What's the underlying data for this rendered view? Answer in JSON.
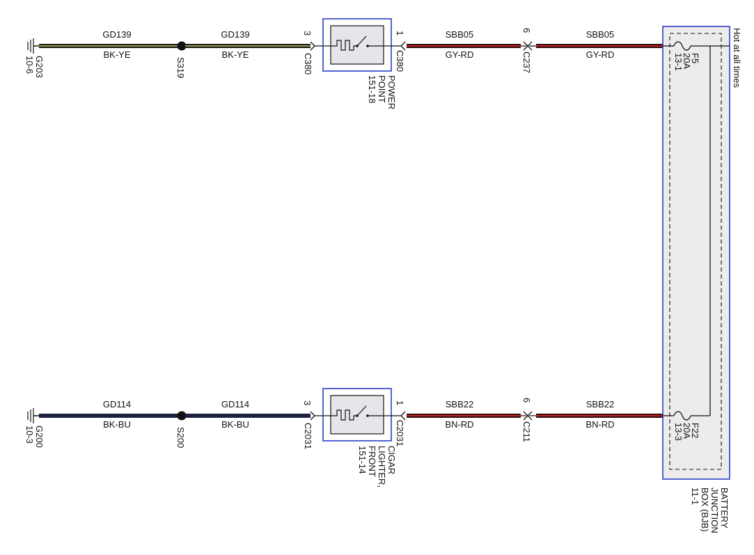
{
  "top": {
    "ground": {
      "id": "G203",
      "ref": "10-6"
    },
    "wire_gnd_left": {
      "circuit": "GD139",
      "color": "BK-YE"
    },
    "splice": "S319",
    "wire_gnd_right": {
      "circuit": "GD139",
      "color": "BK-YE"
    },
    "pin_left": "3",
    "conn_left": "C380",
    "pin_right": "1",
    "conn_right": "C380",
    "device_label": [
      "POWER",
      "POINT",
      "151-18"
    ],
    "wire_pwr_left": {
      "circuit": "SBB05",
      "color": "GY-RD"
    },
    "inline_pin": "6",
    "inline_conn": "C237",
    "wire_pwr_right": {
      "circuit": "SBB05",
      "color": "GY-RD"
    },
    "fuse": {
      "name": "F5",
      "rating": "20A",
      "ref": "13-1"
    }
  },
  "bottom": {
    "ground": {
      "id": "G200",
      "ref": "10-3"
    },
    "wire_gnd_left": {
      "circuit": "GD114",
      "color": "BK-BU"
    },
    "splice": "S200",
    "wire_gnd_right": {
      "circuit": "GD114",
      "color": "BK-BU"
    },
    "pin_left": "3",
    "conn_left": "C2031",
    "pin_right": "1",
    "conn_right": "C2031",
    "device_label": [
      "CIGAR",
      "LIGHTER,",
      "FRONT",
      "151-14"
    ],
    "wire_pwr_left": {
      "circuit": "SBB22",
      "color": "BN-RD"
    },
    "inline_pin": "6",
    "inline_conn": "C211",
    "wire_pwr_right": {
      "circuit": "SBB22",
      "color": "BN-RD"
    },
    "fuse": {
      "name": "F22",
      "rating": "20A",
      "ref": "13-3"
    }
  },
  "bjb": {
    "hot_label": "Hot at all times",
    "label": [
      "BATTERY",
      "JUNCTION",
      "BOX (BJB)",
      "11-1"
    ]
  },
  "colors": {
    "wire_bk_ye_outer": "#1a1a1a",
    "wire_bk_ye_stripe": "#c8c860",
    "wire_bk_bu": "#1c2340",
    "wire_red_outer": "#2a1010",
    "wire_red_stripe": "#c41c1c",
    "device_border": "#2a3cc8",
    "device_fill": "#e6e6ea",
    "bjb_border": "#2a3cc8",
    "bjb_fill": "#ececec"
  }
}
